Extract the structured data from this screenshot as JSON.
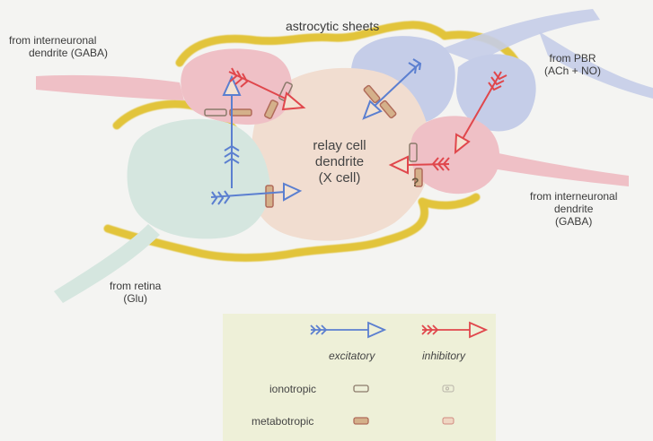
{
  "labels": {
    "astrocytic": "astrocytic sheets",
    "interneuron_left": [
      "from interneuronal",
      "dendrite (GABA)"
    ],
    "pbr": [
      "from PBR",
      "(ACh + NO)"
    ],
    "relay": [
      "relay cell",
      "dendrite",
      "(X cell)"
    ],
    "interneuron_right": [
      "from interneuronal",
      "dendrite",
      "(GABA)"
    ],
    "retina": [
      "from retina",
      "(Glu)"
    ],
    "question_mark": "?"
  },
  "legend": {
    "excitatory": "excitatory",
    "inhibitory": "inhibitory",
    "ionotropic": "ionotropic",
    "metabotropic": "metabotropic"
  },
  "colors": {
    "excitatory": "#5b7fd0",
    "inhibitory": "#e0474c",
    "astrocyte": "#e2c43a",
    "relay_cell": "#f1ddd0",
    "interneuron": "#efc0c6",
    "pbr": "#c5cde8",
    "retina": "#d5e6df",
    "legend_bg": "#eef0d8"
  }
}
